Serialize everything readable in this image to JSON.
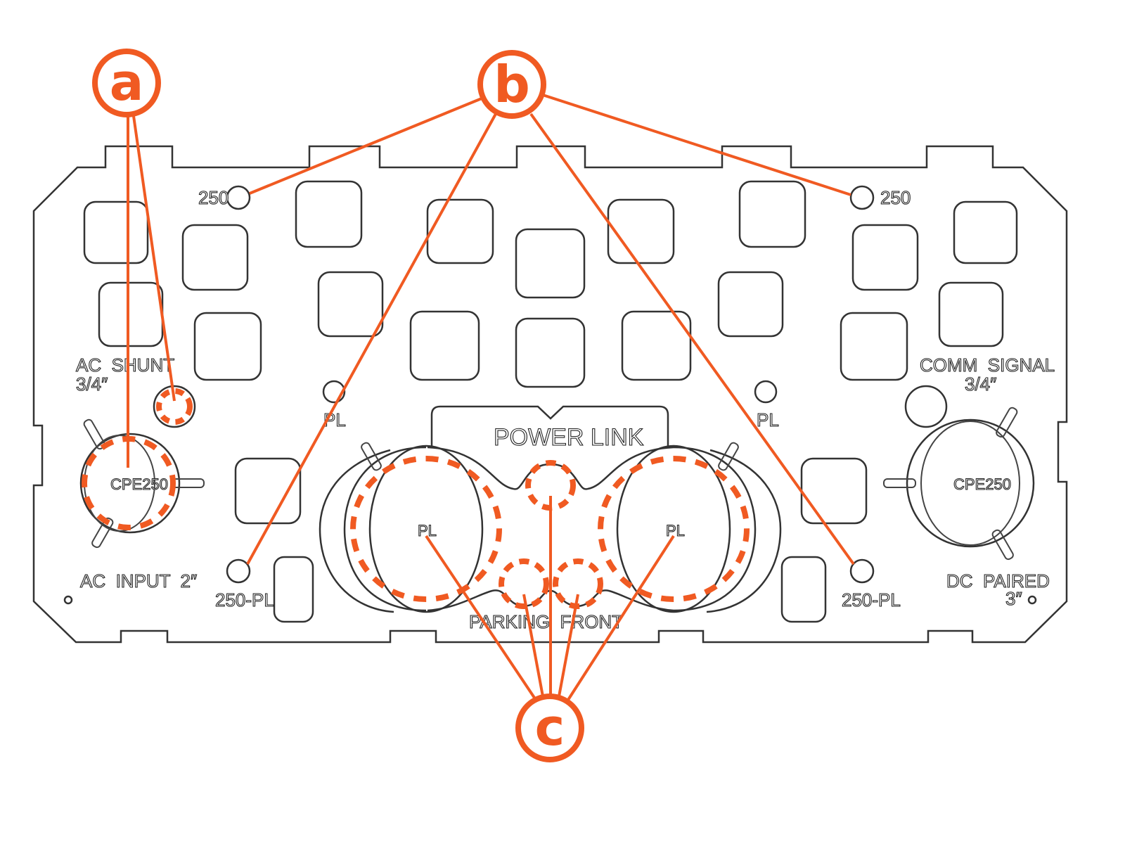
{
  "callouts": {
    "a": "a",
    "b": "b",
    "c": "c"
  },
  "labels": {
    "hole_250_left": "250",
    "hole_250_right": "250",
    "pl_left": "PL",
    "pl_right": "PL",
    "hole_250pl_left": "250-PL",
    "hole_250pl_right": "250-PL",
    "ac_shunt": "AC  SHUNT",
    "ac_shunt_size": "3/4″",
    "comm_signal": "COMM  SIGNAL",
    "comm_signal_size": "3/4″",
    "ac_input": "AC  INPUT  2″",
    "dc_paired": "DC  PAIRED",
    "dc_paired_size": "3″",
    "cpe_left": "CPE250",
    "cpe_right": "CPE250",
    "power_link": "POWER LINK",
    "parking_front": "PARKING  FRONT",
    "lobe_pl_left": "PL",
    "lobe_pl_right": "PL"
  },
  "colors": {
    "accent": "#f05a22",
    "line": "#333333"
  }
}
